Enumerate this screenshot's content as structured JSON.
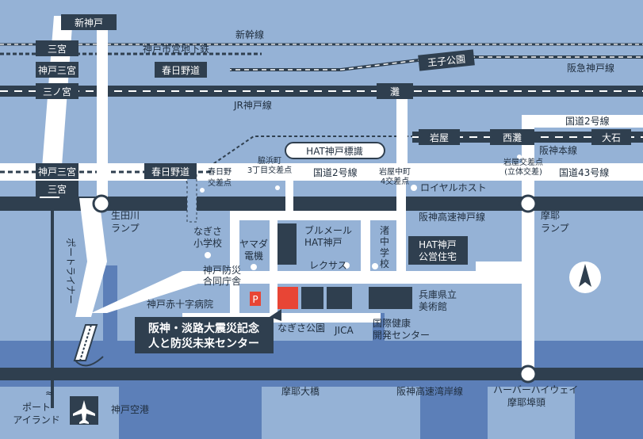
{
  "colors": {
    "water": "#95b2d6",
    "sea": "#5c7fb8",
    "road": "#ffffff",
    "rail": "#2f3f4f",
    "building": "#2f3f4f",
    "highlight": "#e84535",
    "parking": "#e84535"
  },
  "stations": {
    "shin_kobe": "新神戸",
    "sannomiya_subway": "三宮",
    "subway_line": "神戸市営地下鉄",
    "kobe_sannomiya_top": "神戸三宮",
    "kasuganomichi_top": "春日野道",
    "oji_koen": "王子公園",
    "sannomiya_jr": "三ノ宮",
    "nada": "灘",
    "iwaya": "岩屋",
    "nishinada": "西灘",
    "oishi": "大石",
    "kobe_sannomiya_low": "神戸三宮",
    "kasuganomichi_low": "春日野道",
    "sannomiya_port": "三宮"
  },
  "lines": {
    "shinkansen": "新幹線",
    "hankyu": "阪急神戸線",
    "jr": "JR神戸線",
    "hanshin_main": "阪神本線",
    "hanshin_expressway": "阪神高速神戸線",
    "hanshin_bay": "阪神高速湾岸線",
    "port_liner": "ポートライナー"
  },
  "roads": {
    "route2_top": "国道2号線",
    "route2_mid": "国道2号線",
    "route43": "国道43号線",
    "hat_sign": "HAT神戸標識",
    "kasugano_crossing_1": "春日野",
    "kasugano_crossing_2": "交差点",
    "wakinohama_1": "脇浜町",
    "wakinohama_2": "3丁目交差点",
    "iwayanaka_1": "岩屋中町",
    "iwayanaka_2": "4交差点",
    "makiyashita_1": "岩屋交差点",
    "makiyashita_2": "(立体交差)",
    "ikutagawa_1": "生田川",
    "ikutagawa_2": "ランプ",
    "maya_ramp_1": "摩耶",
    "maya_ramp_2": "ランプ",
    "maya_bridge": "摩耶大橋",
    "harbor_1": "ハーバーハイウェイ",
    "harbor_2": "摩耶埠頭"
  },
  "places": {
    "royal_host": "ロイヤルホスト",
    "nagisa_school_1": "なぎさ",
    "nagisa_school_2": "小学校",
    "yamada_1": "ヤマダ",
    "yamada_2": "電機",
    "bluemer_1": "ブルメール",
    "bluemer_2": "HAT神戸",
    "lexus": "レクサス",
    "nagisa_chu_1": "渚",
    "nagisa_chu_2": "中",
    "nagisa_chu_3": "学",
    "nagisa_chu_4": "校",
    "hat_housing_1": "HAT神戸",
    "hat_housing_2": "公営住宅",
    "bosai_1": "神戸防災",
    "bosai_2": "合同庁舎",
    "red_cross": "神戸赤十字病院",
    "museum_1": "兵庫県立",
    "museum_2": "美術館",
    "nagisa_park": "なぎさ公園",
    "jica": "JICA",
    "kokusai_1": "国際健康",
    "kokusai_2": "開発センター",
    "museum_main_1": "阪神・淡路大震災記念",
    "museum_main_2": "人と防災未来センター",
    "port_island_1": "ポート",
    "port_island_2": "アイランド",
    "kobe_airport": "神戸空港",
    "parking": "P"
  }
}
